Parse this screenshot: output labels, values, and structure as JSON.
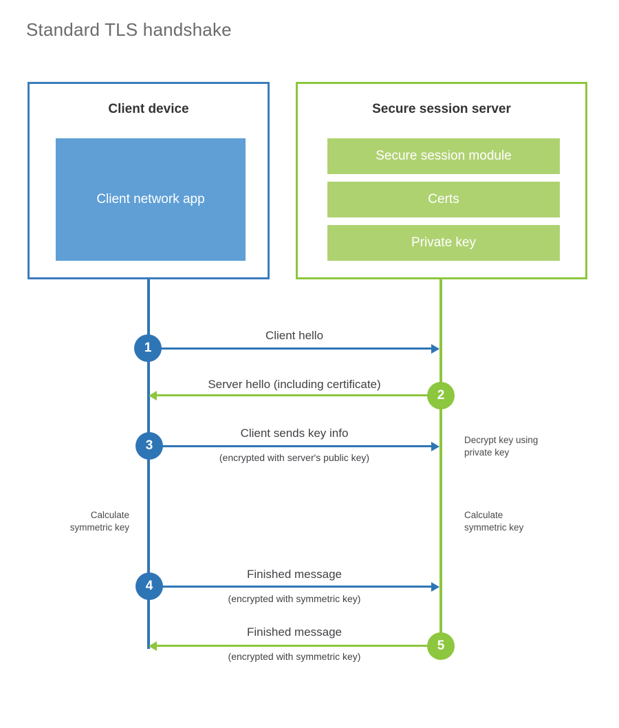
{
  "title": "Standard TLS handshake",
  "colors": {
    "client_border": "#3b7cbd",
    "client_block": "#5f9fd6",
    "client_accent": "#2e75b6",
    "server_border": "#8dc63f",
    "server_block": "#afd271",
    "server_accent": "#8dc63f",
    "title_text": "#6b6b6b",
    "body_text": "#3f4145",
    "background": "#ffffff"
  },
  "client": {
    "title": "Client device",
    "app_label": "Client network app"
  },
  "server": {
    "title": "Secure session server",
    "modules": [
      {
        "label": "Secure session module"
      },
      {
        "label": "Certs"
      },
      {
        "label": "Private key"
      }
    ]
  },
  "steps": [
    {
      "number": "1",
      "label": "Client hello",
      "sublabel": "",
      "direction": "client-to-server",
      "color": "blue"
    },
    {
      "number": "2",
      "label": "Server hello (including certificate)",
      "sublabel": "",
      "direction": "server-to-client",
      "color": "green"
    },
    {
      "number": "3",
      "label": "Client sends key info",
      "sublabel": "(encrypted with server's public key)",
      "direction": "client-to-server",
      "color": "blue"
    },
    {
      "number": "4",
      "label": "Finished message",
      "sublabel": "(encrypted with symmetric key)",
      "direction": "client-to-server",
      "color": "blue"
    },
    {
      "number": "5",
      "label": "Finished message",
      "sublabel": "(encrypted with symmetric key)",
      "direction": "server-to-client",
      "color": "green"
    }
  ],
  "notes": {
    "server_decrypt": "Decrypt key using\nprivate key",
    "client_calculate": "Calculate\nsymmetric key",
    "server_calculate": "Calculate\nsymmetric key"
  }
}
